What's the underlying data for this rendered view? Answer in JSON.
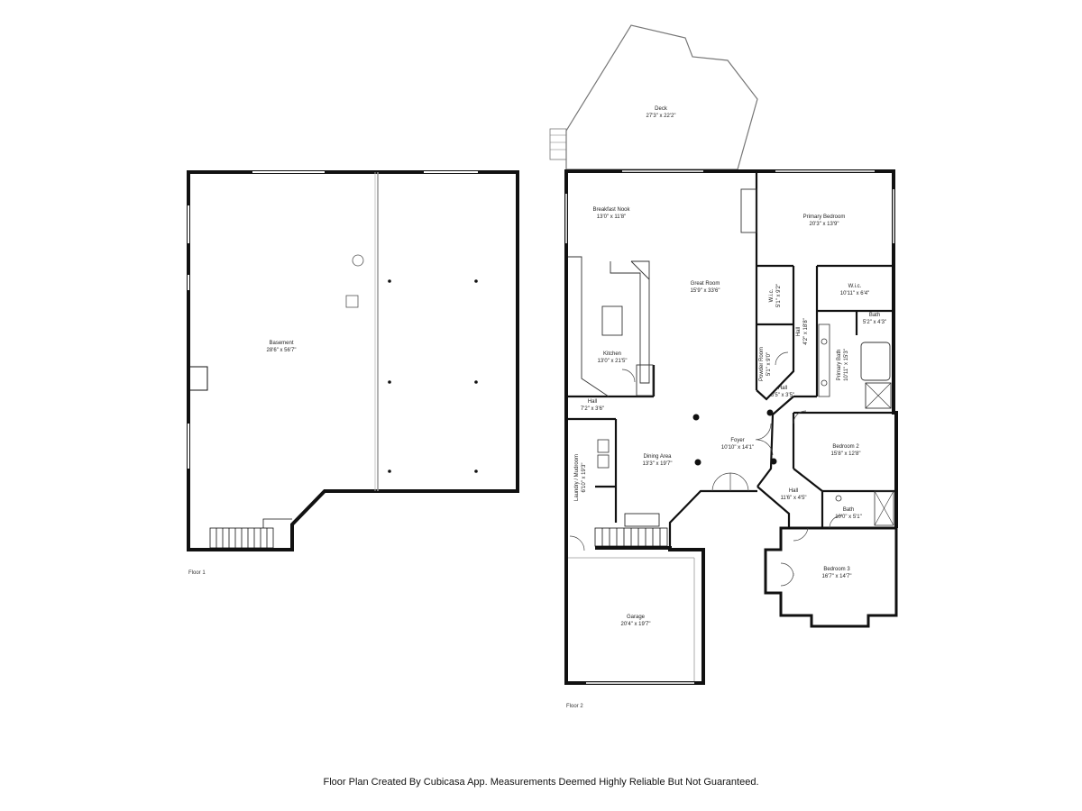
{
  "floors": [
    {
      "label": "Floor 1"
    },
    {
      "label": "Floor 2"
    }
  ],
  "rooms": {
    "basement": {
      "name": "Basement",
      "dims": "28'6\" x 56'7\""
    },
    "deck": {
      "name": "Deck",
      "dims": "27'3\" x 22'2\""
    },
    "breakfast_nook": {
      "name": "Breakfast Nook",
      "dims": "13'0\" x 11'8\""
    },
    "great_room": {
      "name": "Great Room",
      "dims": "15'9\" x 33'6\""
    },
    "kitchen": {
      "name": "Kitchen",
      "dims": "13'0\" x 21'5\""
    },
    "hall_kitchen": {
      "name": "Hall",
      "dims": "7'2\" x 3'6\""
    },
    "dining_area": {
      "name": "Dining Area",
      "dims": "13'3\" x 19'7\""
    },
    "laundry": {
      "name": "Laundry / Mudroom",
      "dims": "6'10\" x 19'3\""
    },
    "foyer": {
      "name": "Foyer",
      "dims": "10'10\" x 14'1\""
    },
    "primary_bedroom": {
      "name": "Primary Bedroom",
      "dims": "20'3\" x 13'9\""
    },
    "wic_small": {
      "name": "W.i.c.",
      "dims": "5'1\" x 9'2\""
    },
    "wic_large": {
      "name": "W.i.c.",
      "dims": "10'11\" x 6'4\""
    },
    "hall_vertical": {
      "name": "Hall",
      "dims": "4'2\" x 18'8\""
    },
    "bath_small": {
      "name": "Bath",
      "dims": "5'2\" x 4'3\""
    },
    "powder_room": {
      "name": "Powder Room",
      "dims": "5'1\" x 9'0\""
    },
    "primary_bath": {
      "name": "Primary Bath",
      "dims": "10'11\" x 15'3\""
    },
    "hall_small": {
      "name": "Hall",
      "dims": "5'5\" x 3'5\""
    },
    "bedroom2": {
      "name": "Bedroom 2",
      "dims": "15'8\" x 12'8\""
    },
    "hall_lower": {
      "name": "Hall",
      "dims": "11'6\" x 4'5\""
    },
    "bath_lower": {
      "name": "Bath",
      "dims": "10'0\" x 5'1\""
    },
    "bedroom3": {
      "name": "Bedroom 3",
      "dims": "16'7\" x 14'7\""
    },
    "garage": {
      "name": "Garage",
      "dims": "20'4\" x 19'7\""
    }
  },
  "footer": {
    "text": "Floor Plan Created By Cubicasa App. Measurements Deemed Highly Reliable But Not Guaranteed."
  }
}
